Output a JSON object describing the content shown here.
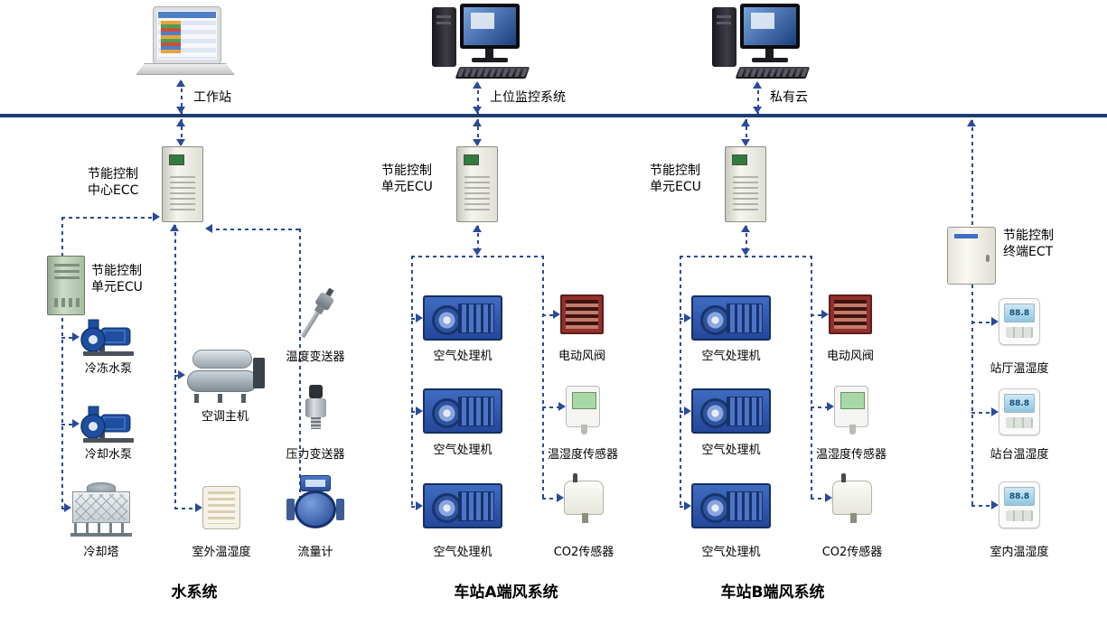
{
  "top": {
    "workstation": "工作站",
    "scada": "上位监控系统",
    "cloud": "私有云"
  },
  "controllers": {
    "ecc": {
      "line1": "节能控制",
      "line2": "中心ECC"
    },
    "ecu": {
      "line1": "节能控制",
      "line2": "单元ECU"
    },
    "ect": {
      "line1": "节能控制",
      "line2": "终端ECT"
    }
  },
  "water": {
    "title": "水系统",
    "chilled_pump": "冷冻水泵",
    "cooling_pump": "冷却水泵",
    "cooling_tower": "冷却塔",
    "chiller": "空调主机",
    "outdoor_th": "室外温湿度",
    "temp_transmitter": "温度变送器",
    "pressure_transmitter": "压力变送器",
    "flow_meter": "流量计"
  },
  "station_a": {
    "title": "车站A端风系统",
    "ahu": "空气处理机",
    "damper": "电动风阀",
    "th_sensor": "温湿度传感器",
    "co2_sensor": "CO2传感器"
  },
  "station_b": {
    "title": "车站B端风系统",
    "ahu": "空气处理机",
    "damper": "电动风阀",
    "th_sensor": "温湿度传感器",
    "co2_sensor": "CO2传感器"
  },
  "terminal": {
    "hall_th": "站厅温湿度",
    "platform_th": "站台温湿度",
    "indoor_th": "室内温湿度",
    "lcd": "88.8"
  },
  "colors": {
    "bus": "#1e3d73",
    "connector": "#2a4a9b"
  }
}
